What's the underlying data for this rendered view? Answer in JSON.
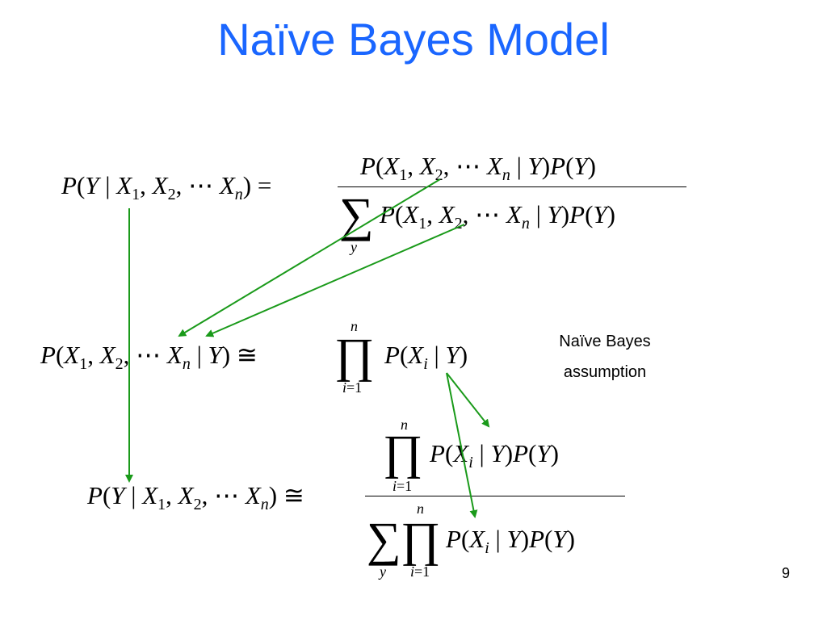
{
  "slide": {
    "title": "Naïve Bayes Model",
    "page_number": "9"
  },
  "equations": {
    "eq1": {
      "lhs": "P(Y | X1, X2, ⋯ Xn) =",
      "numerator": "P(X1, X2, ⋯ Xn | Y)P(Y)",
      "denominator": "∑y P(X1, X2, ⋯ Xn | Y)P(Y)"
    },
    "eq2": {
      "lhs": "P(X1, X2, ⋯ Xn | Y) ≅",
      "rhs": "∏ i=1..n P(Xi | Y)"
    },
    "eq3": {
      "lhs": "P(Y | X1, X2, ⋯ Xn) ≅",
      "numerator": "∏ i=1..n P(Xi | Y)P(Y)",
      "denominator": "∑y ∏ i=1..n P(Xi | Y)P(Y)"
    }
  },
  "annotation": {
    "line1": "Naïve Bayes",
    "line2": "assumption"
  },
  "arrow_color": "#1a9a1a",
  "title_color": "#1a66ff"
}
